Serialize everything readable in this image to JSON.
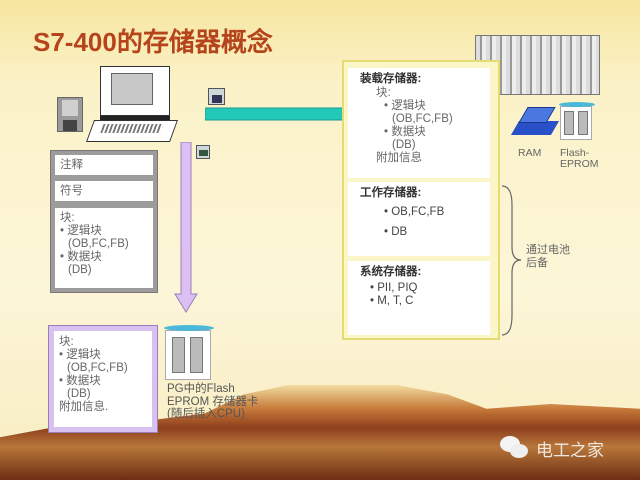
{
  "title": "S7-400的存储器概念",
  "pg": {
    "comment": "注释",
    "symbol": "符号",
    "blocks_label": "块:",
    "logic_blocks": "• 逻辑块",
    "logic_list": "(OB,FC,FB)",
    "data_blocks": "• 数据块",
    "data_list": "(DB)"
  },
  "flash_card": {
    "blocks_label": "块:",
    "logic_blocks": "• 逻辑块",
    "logic_list": "(OB,FC,FB)",
    "data_blocks": "• 数据块",
    "data_list": "(DB)",
    "extra": "附加信息.",
    "caption1": "PG中的Flash",
    "caption2": "EPROM 存储器卡",
    "caption3": "(随后插入CPU)"
  },
  "load_memory": {
    "title": "装载存储器:",
    "blocks_label": "块:",
    "logic_blocks": "• 逻辑块",
    "logic_list": "(OB,FC,FB)",
    "data_blocks": "• 数据块",
    "data_list": "(DB)",
    "extra": "附加信息"
  },
  "work_memory": {
    "title": "工作存储器:",
    "items": [
      "•   OB,FC,FB",
      "•   DB"
    ]
  },
  "system_memory": {
    "title": "系统存储器:",
    "items": [
      "•   PII, PIQ",
      "•   M, T, C"
    ]
  },
  "battery_note": {
    "line1": "通过电池",
    "line2": "后备"
  },
  "ram_label": "RAM",
  "flash_label1": "Flash-",
  "flash_label2": "EPROM",
  "watermark": "电工之家",
  "colors": {
    "title": "#b5441c",
    "arrow_cyan": "#20c8b8",
    "arrow_purple": "#d8b8f0"
  }
}
